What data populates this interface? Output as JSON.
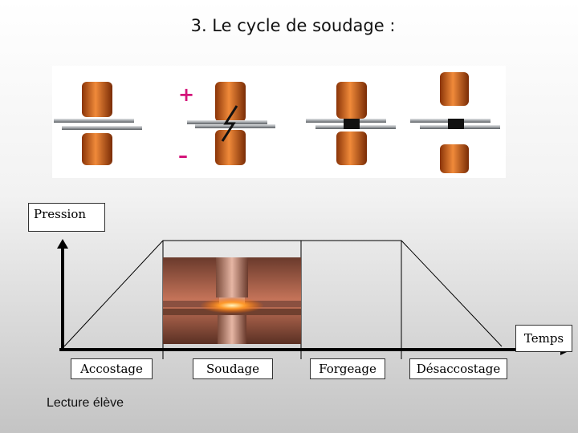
{
  "slide": {
    "title": "3. Le cycle de soudage :",
    "footer": "Lecture élève"
  },
  "illustration": {
    "steps": [
      "approach",
      "weld-current",
      "forge",
      "release"
    ],
    "polarity_plus": "+",
    "polarity_minus": "–"
  },
  "graph": {
    "y_axis_label": "Pression",
    "x_axis_label": "Temps",
    "phases": [
      "Accostage",
      "Soudage",
      "Forgeage",
      "Désaccostage"
    ]
  },
  "colors": {
    "electrode": "#e0661a",
    "electrode_dark": "#8a3408",
    "sheet": "#a6a9ad",
    "polarity": "#d4147a",
    "nugget": "#111111"
  }
}
